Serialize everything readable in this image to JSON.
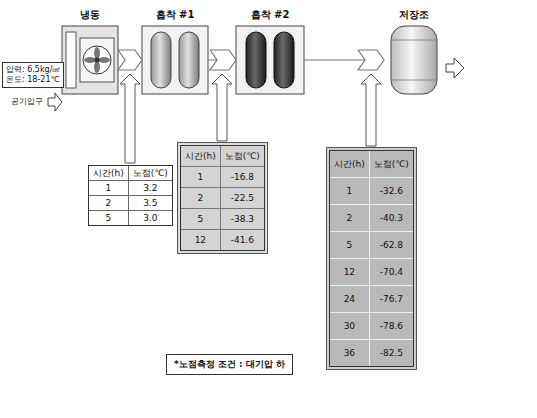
{
  "diagram": {
    "nodes": [
      {
        "text": [
          "압력: 6.5kg/㎠",
          "온도: 18-21℃"
        ]
      },
      {
        "text": [
          "냉동"
        ]
      },
      {
        "text": [
          "흡착 #1"
        ]
      },
      {
        "text": [
          "흡착 #2"
        ]
      },
      {
        "text": [
          "저장조"
        ]
      },
      {
        "text": [
          "시간(h)",
          "노점(℃)",
          "1",
          "3.2",
          "2",
          "3.5",
          "5",
          "3.0"
        ]
      },
      {
        "text": [
          "시간(h)",
          "노점(℃)",
          "1",
          "-16.8",
          "2",
          "-22.5",
          "5",
          "-38.3",
          "12",
          "-41.6"
        ]
      },
      {
        "text": [
          "시간(h)",
          "노점(℃)",
          "1",
          "-32.6",
          "2",
          "-40.3",
          "5",
          "-62.8",
          "12",
          "-70.4",
          "24",
          "-76.7",
          "30",
          "-78.6",
          "36",
          "-82.5"
        ]
      },
      {
        "text": [
          "*노점측정 조건 : 대기압 하"
        ]
      }
    ],
    "edges": [
      {
        "from": 1,
        "to": 2,
        "arrow": "to"
      },
      {
        "from": 2,
        "to": 3,
        "arrow": "to"
      },
      {
        "from": 3,
        "to": 4,
        "arrow": "to"
      }
    ],
    "labels": [
      "공기입구"
    ]
  }
}
